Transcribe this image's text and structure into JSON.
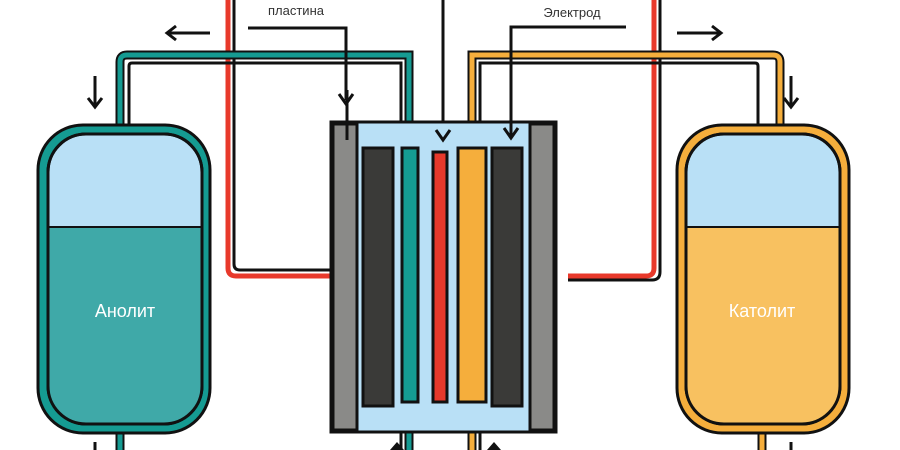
{
  "diagram": {
    "type": "redox-flow-battery",
    "labels": {
      "plate": "пластина",
      "electrode": "Электрод",
      "anolyte": "Анолит",
      "catholyte": "Католит"
    },
    "colors": {
      "anolyte": "#3fa9a8",
      "anolyte_pipe": "#159b92",
      "catholyte": "#f8c160",
      "catholyte_pipe": "#f5ae3c",
      "air": "#b9e0f6",
      "wire": "#e8392b",
      "end_plate": "#8a8a88",
      "electrode": "#3a3a38",
      "outline": "#111111"
    },
    "tank_fill_level": {
      "anolyte": 0.7,
      "catholyte": 0.7
    },
    "arrows": {
      "left_top": "flow-left-arrow",
      "right_top": "flow-right-arrow",
      "anolyte_in": "flow-down-arrow",
      "catholyte_in": "flow-down-arrow"
    }
  }
}
